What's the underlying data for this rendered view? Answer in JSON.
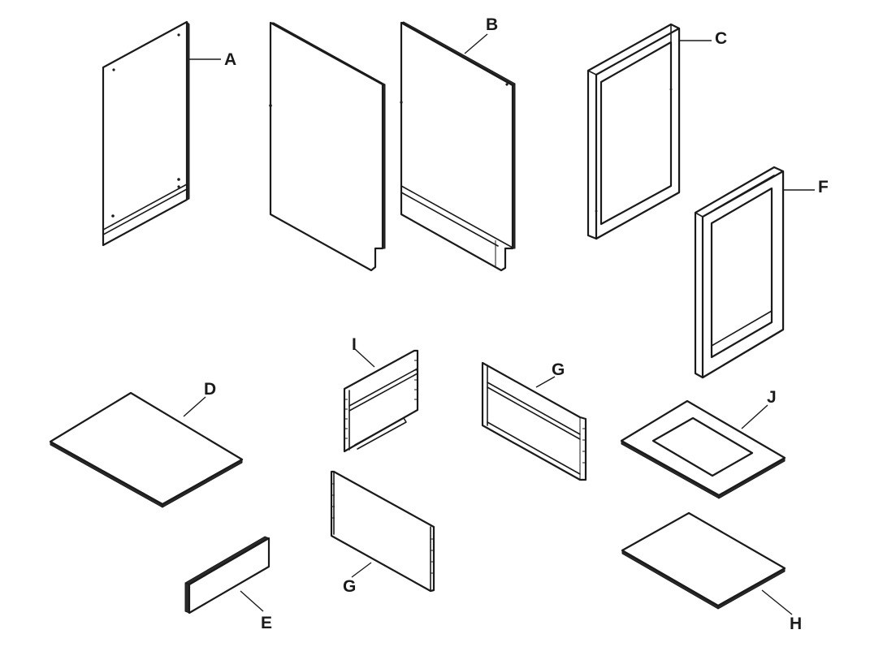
{
  "labels": {
    "a": "A",
    "b": "B",
    "c": "C",
    "d": "D",
    "e": "E",
    "f": "F",
    "g_top": "G",
    "g_bottom": "G",
    "h": "H",
    "i": "I",
    "j": "J"
  }
}
